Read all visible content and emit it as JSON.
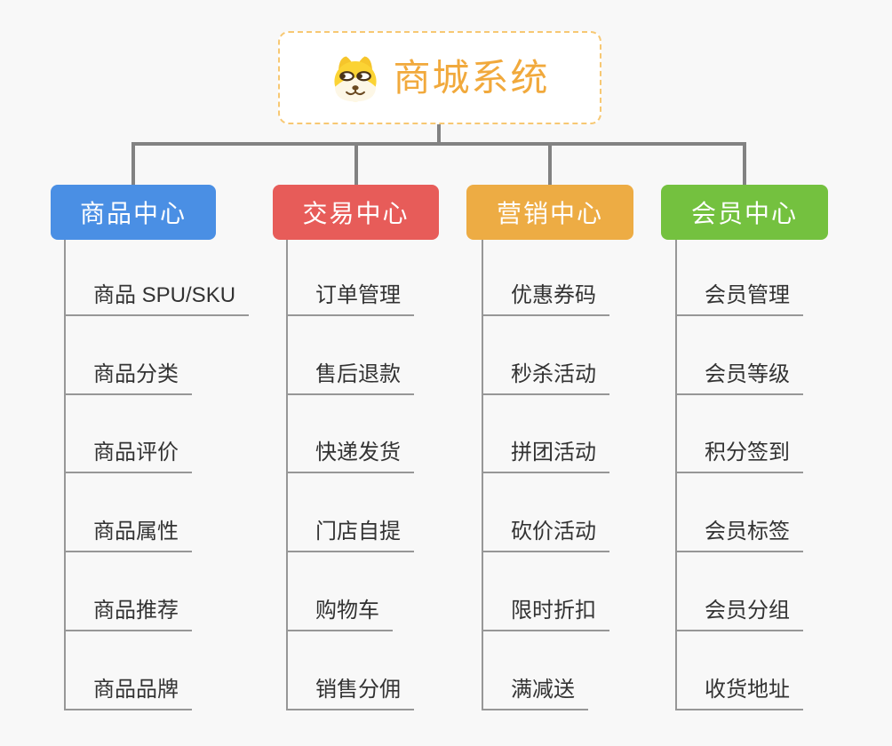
{
  "root": {
    "title": "商城系统",
    "icon": "doge-icon",
    "border_color": "#F7C873",
    "title_color": "#F1A93C",
    "background": "#FFFFFF"
  },
  "colors": {
    "page_background": "#F8F8F8",
    "connector": "#828282",
    "rail": "#979797",
    "leaf_text": "#333333"
  },
  "branches": [
    {
      "label": "商品中心",
      "color": "#4A8FE4",
      "items": [
        "商品 SPU/SKU",
        "商品分类",
        "商品评价",
        "商品属性",
        "商品推荐",
        "商品品牌"
      ]
    },
    {
      "label": "交易中心",
      "color": "#E75C59",
      "items": [
        "订单管理",
        "售后退款",
        "快递发货",
        "门店自提",
        "购物车",
        "销售分佣"
      ]
    },
    {
      "label": "营销中心",
      "color": "#EDAC44",
      "items": [
        "优惠券码",
        "秒杀活动",
        "拼团活动",
        "砍价活动",
        "限时折扣",
        "满减送"
      ]
    },
    {
      "label": "会员中心",
      "color": "#74C13F",
      "items": [
        "会员管理",
        "会员等级",
        "积分签到",
        "会员标签",
        "会员分组",
        "收货地址"
      ]
    }
  ]
}
